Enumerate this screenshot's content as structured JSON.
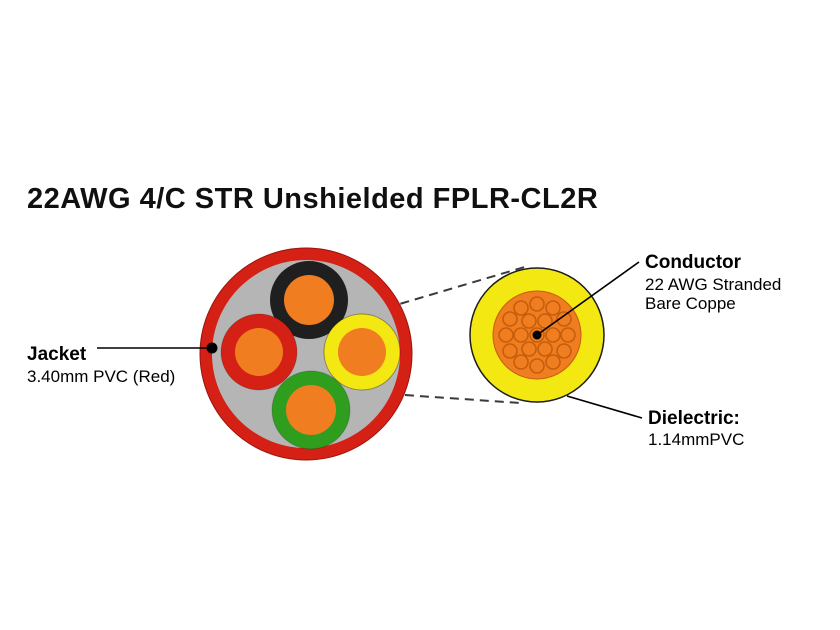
{
  "title": "22AWG 4/C STR Unshielded FPLR-CL2R",
  "callouts": {
    "jacket": {
      "heading": "Jacket",
      "detail": "3.40mm PVC (Red)"
    },
    "conductor": {
      "heading": "Conductor",
      "detail1": "22 AWG Stranded",
      "detail2": "Bare Coppe"
    },
    "dielectric": {
      "heading": "Dielectric:",
      "detail": "1.14mmPVC"
    }
  },
  "colors": {
    "jacket": "#d42015",
    "filler": "#b5b5b5",
    "black_ins": "#1f1f1f",
    "red_ins": "#d42015",
    "yellow_ins": "#f4e813",
    "green_ins": "#2f9e1f",
    "copper": "#f07d1f",
    "copper_stroke": "#c45e0d"
  }
}
